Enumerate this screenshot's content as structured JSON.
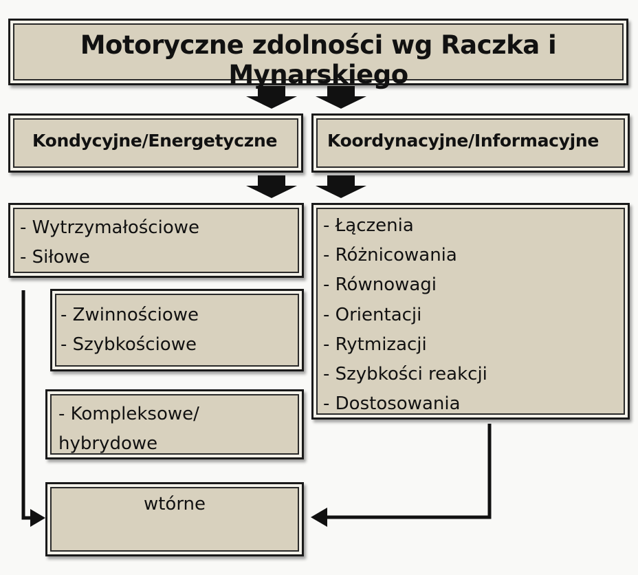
{
  "title": "Motoryczne zdolności wg Raczka i Mynarskiego",
  "categories": {
    "left": "Kondycyjne/Energetyczne",
    "right": "Koordynacyjne/Informacyjne"
  },
  "left_groups": {
    "conditioning": [
      "- Wytrzymałościowe",
      "- Siłowe"
    ],
    "speed_agility": [
      "- Zwinnościowe",
      "- Szybkościowe"
    ],
    "hybrid": [
      "- Kompleksowe/",
      " hybrydowe"
    ]
  },
  "coordination_items": [
    "- Łączenia",
    "- Różnicowania",
    "- Równowagi",
    "- Orientacji",
    "- Rytmizacji",
    "- Szybkości reakcji",
    "- Dostosowania"
  ],
  "secondary": "wtórne",
  "colors": {
    "box_fill": "#d8d1be",
    "border": "#1a1a1a",
    "background": "#f9f9f7",
    "arrow": "#111111"
  }
}
